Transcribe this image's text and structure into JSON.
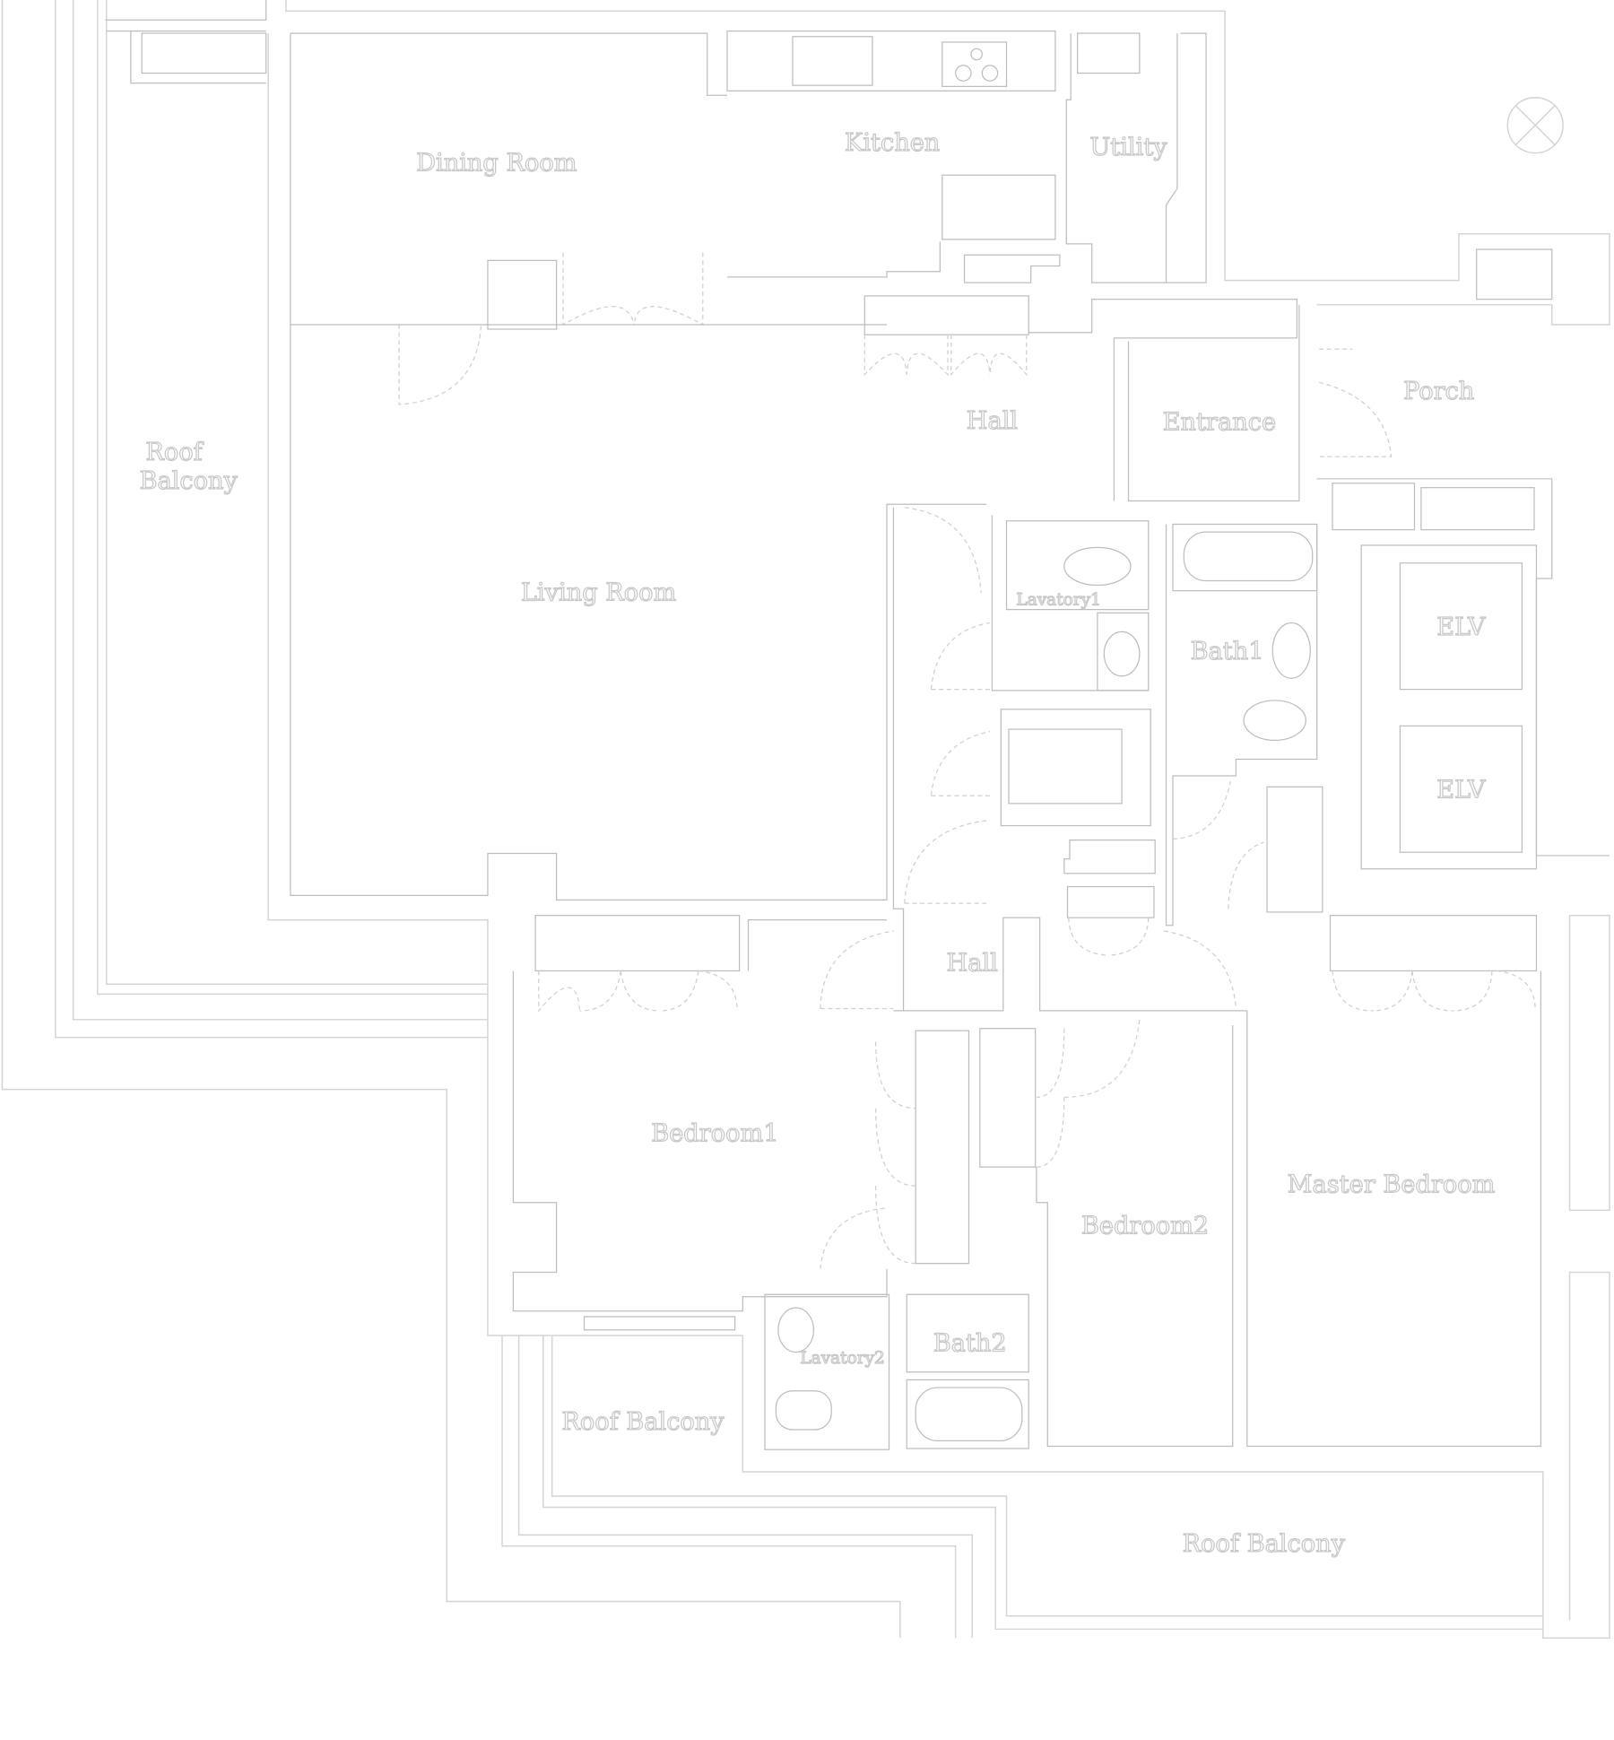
{
  "rooms": {
    "dining_room": "Dining Room",
    "kitchen": "Kitchen",
    "utility": "Utility",
    "roof_balcony_west_1": "Roof",
    "roof_balcony_west_2": "Balcony",
    "living_room": "Living Room",
    "hall_north": "Hall",
    "entrance": "Entrance",
    "porch": "Porch",
    "lavatory1": "Lavatory1",
    "bath1": "Bath1",
    "elv1": "ELV",
    "elv2": "ELV",
    "hall_south": "Hall",
    "bedroom1": "Bedroom1",
    "bedroom2": "Bedroom2",
    "master_bedroom": "Master Bedroom",
    "lavatory2": "Lavatory2",
    "bath2": "Bath2",
    "roof_balcony_south": "Roof Balcony",
    "roof_balcony_southeast": "Roof Balcony"
  },
  "colors": {
    "line": "#d4d4d4",
    "background": "#ffffff"
  }
}
